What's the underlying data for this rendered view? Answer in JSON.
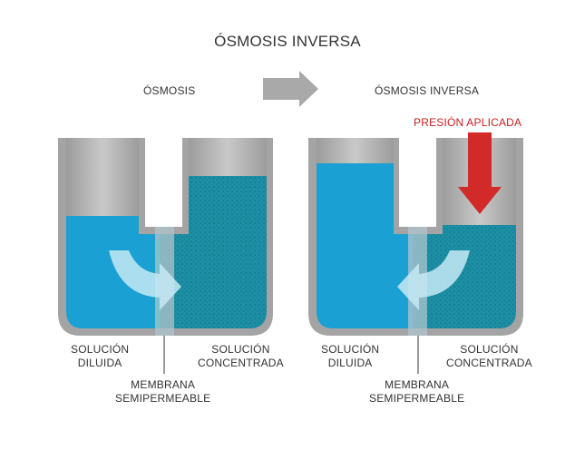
{
  "title": "ÓSMOSIS INVERSA",
  "left_panel": {
    "heading": "ÓSMOSIS",
    "label_left": [
      "SOLUCIÓN",
      "DILUIDA"
    ],
    "label_right": [
      "SOLUCIÓN",
      "CONCENTRADA"
    ],
    "membrane": [
      "MEMBRANA",
      "SEMIPERMEABLE"
    ]
  },
  "right_panel": {
    "heading": "ÓSMOSIS INVERSA",
    "pressure": "PRESIÓN APLICADA",
    "label_left": [
      "SOLUCIÓN",
      "DILUIDA"
    ],
    "label_right": [
      "SOLUCIÓN",
      "CONCENTRADA"
    ],
    "membrane": [
      "MEMBRANA",
      "SEMIPERMEABLE"
    ]
  },
  "colors": {
    "dilute": "#1aa0d2",
    "concentrated": "#1d8fa5",
    "pressure_arrow": "#d22a28",
    "container": "#a2a2a2",
    "process_arrow": "#a9a9a9"
  }
}
